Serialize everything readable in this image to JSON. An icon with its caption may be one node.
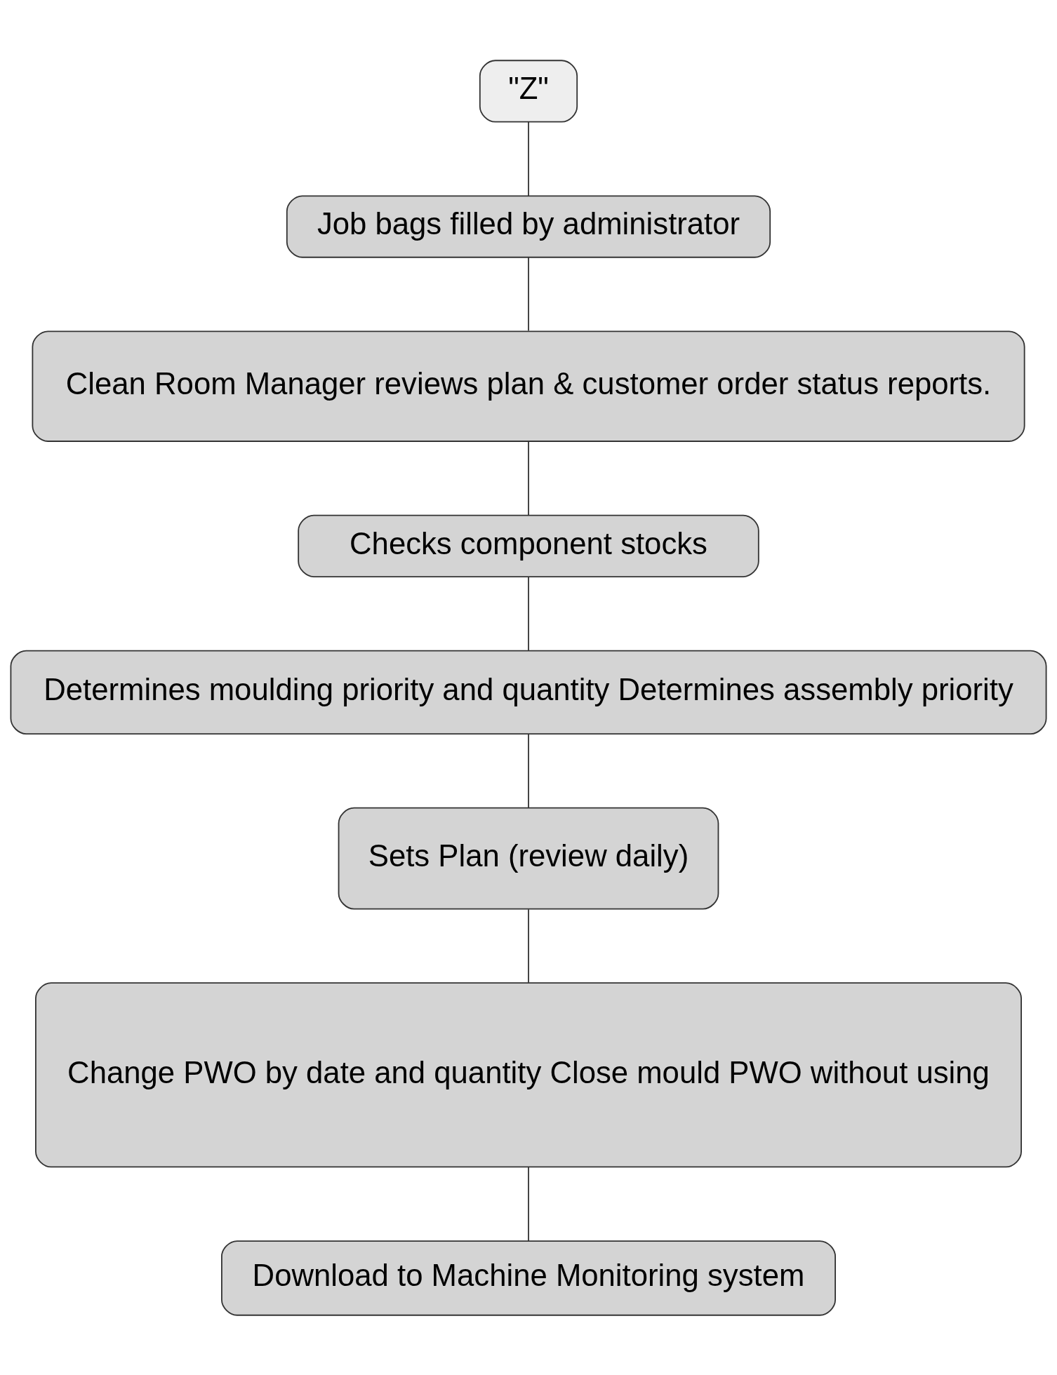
{
  "diagram": {
    "nodes": [
      {
        "text": [
          "\"Z\""
        ]
      },
      {
        "text": [
          "Job bags filled by administrator"
        ]
      },
      {
        "text": [
          "Clean Room Manager reviews plan & customer order status reports."
        ]
      },
      {
        "text": [
          "Checks component stocks"
        ]
      },
      {
        "text": [
          "Determines moulding priority and quantity Determines assembly priority"
        ]
      },
      {
        "text": [
          "Sets Plan (review daily)"
        ]
      },
      {
        "text": [
          "Change PWO by date and quantity Close mould PWO without using"
        ]
      },
      {
        "text": [
          "Download to Machine Monitoring system"
        ]
      }
    ],
    "edges": [
      {
        "from": 0,
        "to": 1,
        "arrow": "none"
      },
      {
        "from": 1,
        "to": 2,
        "arrow": "none"
      },
      {
        "from": 2,
        "to": 3,
        "arrow": "none"
      },
      {
        "from": 3,
        "to": 4,
        "arrow": "none"
      },
      {
        "from": 4,
        "to": 5,
        "arrow": "none"
      },
      {
        "from": 5,
        "to": 6,
        "arrow": "none"
      },
      {
        "from": 6,
        "to": 7,
        "arrow": "none"
      }
    ]
  }
}
